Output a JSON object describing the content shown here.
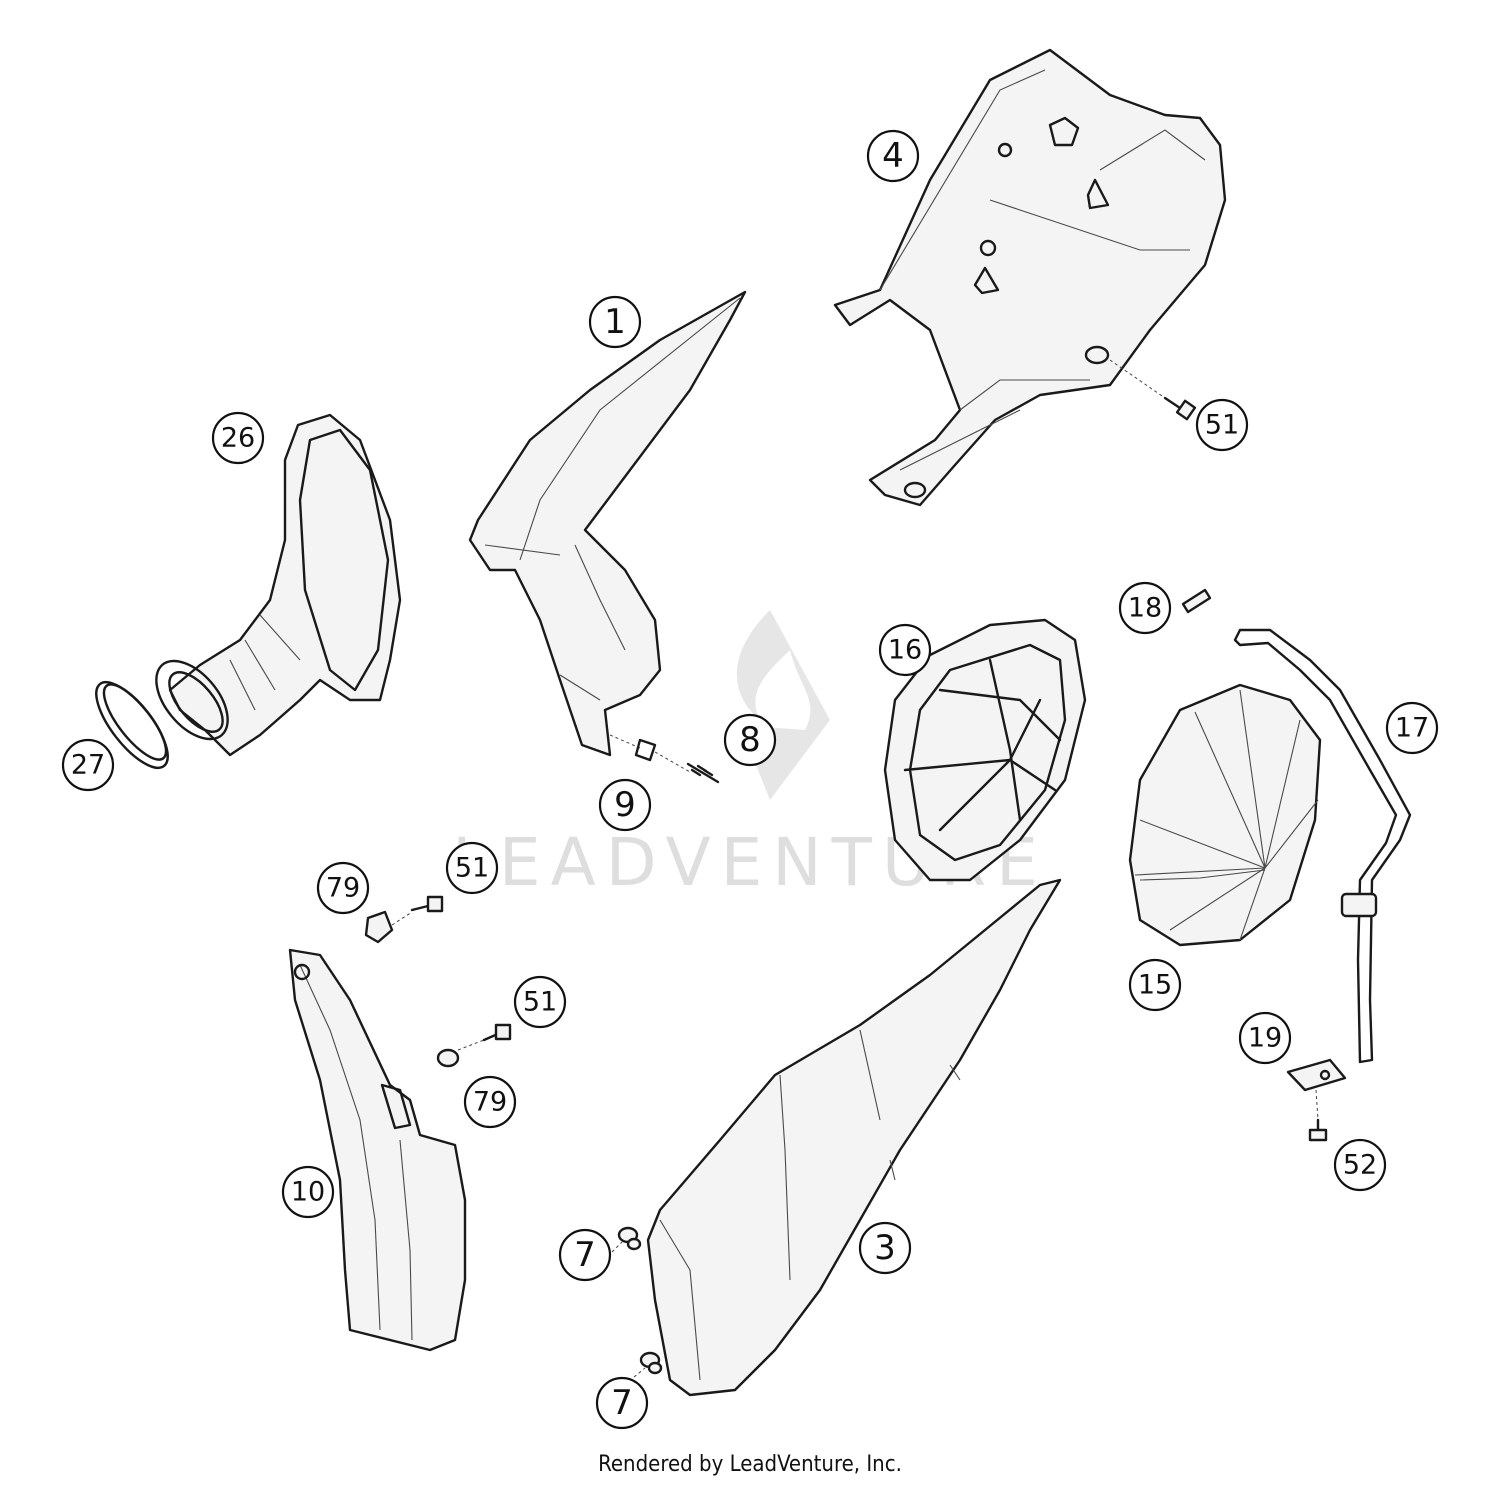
{
  "diagram": {
    "watermark": "LEADVENTURE",
    "credit": "Rendered by LeadVenture, Inc.",
    "callouts": [
      {
        "id": "c1",
        "label": "1"
      },
      {
        "id": "c4",
        "label": "4"
      },
      {
        "id": "c51a",
        "label": "51"
      },
      {
        "id": "c26",
        "label": "26"
      },
      {
        "id": "c27",
        "label": "27"
      },
      {
        "id": "c8",
        "label": "8"
      },
      {
        "id": "c9",
        "label": "9"
      },
      {
        "id": "c16",
        "label": "16"
      },
      {
        "id": "c18",
        "label": "18"
      },
      {
        "id": "c17",
        "label": "17"
      },
      {
        "id": "c15",
        "label": "15"
      },
      {
        "id": "c19",
        "label": "19"
      },
      {
        "id": "c52",
        "label": "52"
      },
      {
        "id": "c79a",
        "label": "79"
      },
      {
        "id": "c51b",
        "label": "51"
      },
      {
        "id": "c51c",
        "label": "51"
      },
      {
        "id": "c79b",
        "label": "79"
      },
      {
        "id": "c10",
        "label": "10"
      },
      {
        "id": "c7a",
        "label": "7"
      },
      {
        "id": "c3",
        "label": "3"
      },
      {
        "id": "c7b",
        "label": "7"
      }
    ]
  }
}
